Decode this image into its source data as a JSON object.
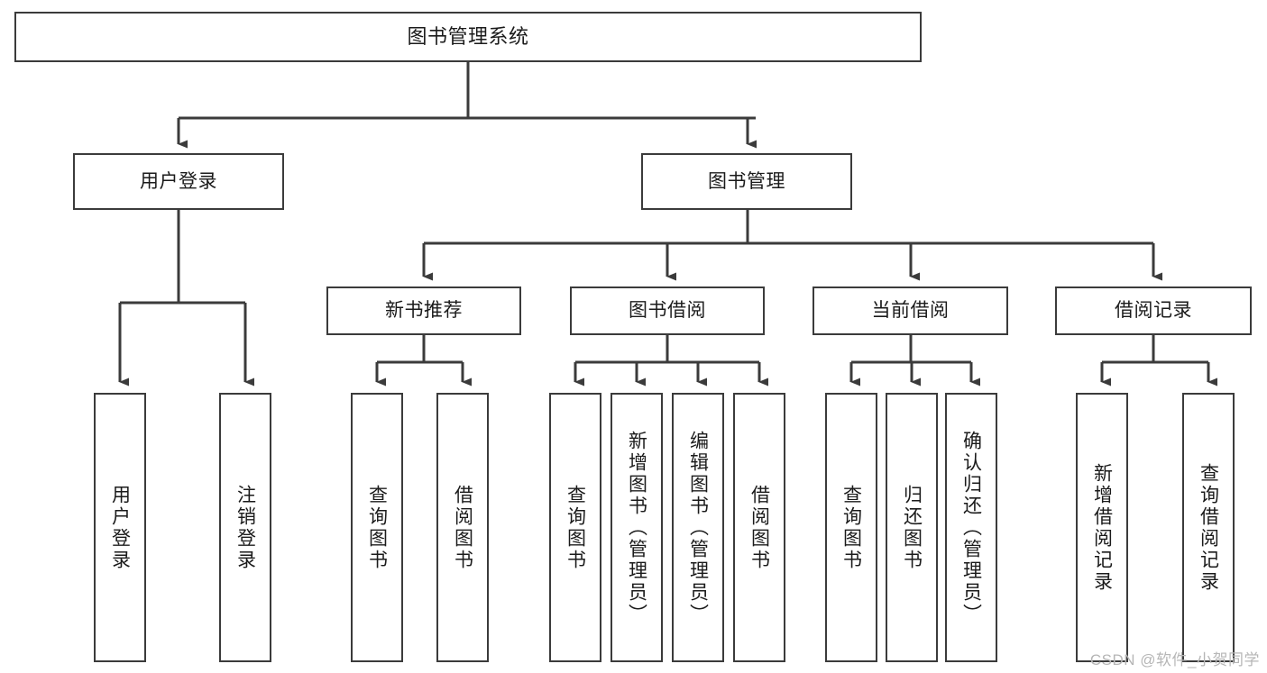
{
  "diagram": {
    "type": "tree-hierarchy",
    "title": "图书管理系统",
    "colors": {
      "background": "#ffffff",
      "box_border": "#3b3b3b",
      "box_fill": "#ffffff",
      "connector": "#3b3b3b",
      "text": "#1b1b1b",
      "watermark": "#b6b6b6"
    },
    "watermark": "CSDN @软件_小贺同学",
    "nodes": {
      "root": {
        "id": "root",
        "label": "图书管理系统",
        "level": 1
      },
      "l2": [
        {
          "id": "user-login",
          "label": "用户登录",
          "level": 2
        },
        {
          "id": "book-manage",
          "label": "图书管理",
          "level": 2
        }
      ],
      "l3": [
        {
          "id": "new-book-recommend",
          "label": "新书推荐",
          "level": 3,
          "parent": "book-manage"
        },
        {
          "id": "book-borrow",
          "label": "图书借阅",
          "level": 3,
          "parent": "book-manage"
        },
        {
          "id": "current-borrow",
          "label": "当前借阅",
          "level": 3,
          "parent": "book-manage"
        },
        {
          "id": "borrow-record",
          "label": "借阅记录",
          "level": 3,
          "parent": "book-manage"
        }
      ],
      "leaves": [
        {
          "id": "leaf-user-login",
          "label": "用户登录",
          "parent": "user-login"
        },
        {
          "id": "leaf-user-logout",
          "label": "注销登录",
          "parent": "user-login"
        },
        {
          "id": "leaf-query-book-1",
          "label": "查询图书",
          "parent": "new-book-recommend"
        },
        {
          "id": "leaf-borrow-book-1",
          "label": "借阅图书",
          "parent": "new-book-recommend"
        },
        {
          "id": "leaf-query-book-2",
          "label": "查询图书",
          "parent": "book-borrow"
        },
        {
          "id": "leaf-add-book",
          "label": "新增图书（管理员）",
          "parent": "book-borrow"
        },
        {
          "id": "leaf-edit-book",
          "label": "编辑图书（管理员）",
          "parent": "book-borrow"
        },
        {
          "id": "leaf-borrow-book-2",
          "label": "借阅图书",
          "parent": "book-borrow"
        },
        {
          "id": "leaf-query-book-3",
          "label": "查询图书",
          "parent": "current-borrow"
        },
        {
          "id": "leaf-return-book",
          "label": "归还图书",
          "parent": "current-borrow"
        },
        {
          "id": "leaf-confirm-return",
          "label": "确认归还（管理员）",
          "parent": "current-borrow"
        },
        {
          "id": "leaf-add-record",
          "label": "新增借阅记录",
          "parent": "borrow-record"
        },
        {
          "id": "leaf-query-record",
          "label": "查询借阅记录",
          "parent": "borrow-record"
        }
      ]
    }
  }
}
